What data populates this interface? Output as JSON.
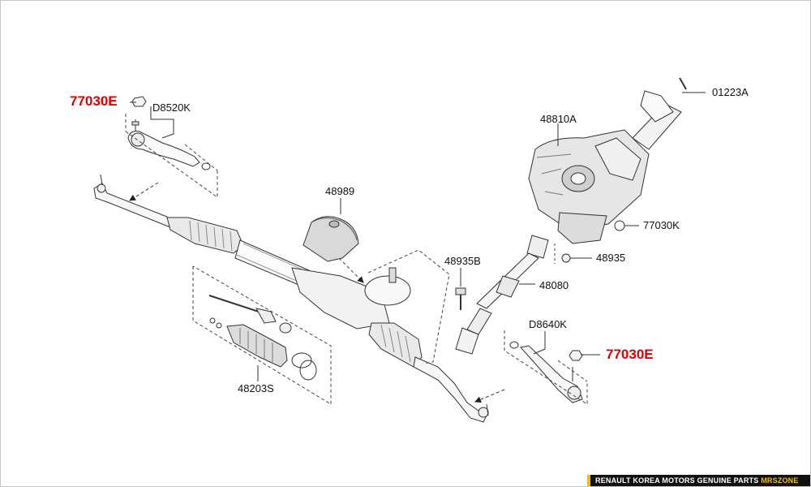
{
  "labels": {
    "p77030e_left": "77030E",
    "pD8520K": "D8520K",
    "p48989": "48989",
    "p48810A": "48810A",
    "p01223A": "01223A",
    "p77030K": "77030K",
    "p48935B": "48935B",
    "p48935": "48935",
    "p48080": "48080",
    "pD8640K": "D8640K",
    "p77030e_right": "77030E",
    "p48203S": "48203S"
  },
  "footer": {
    "text": "RENAULT KOREA MOTORS GENUINE PARTS ",
    "brand": "MRSZONE"
  },
  "colors": {
    "highlight": "#e00000",
    "line": "#333333",
    "footer_bg": "#111111",
    "footer_accent": "#f2c200"
  }
}
